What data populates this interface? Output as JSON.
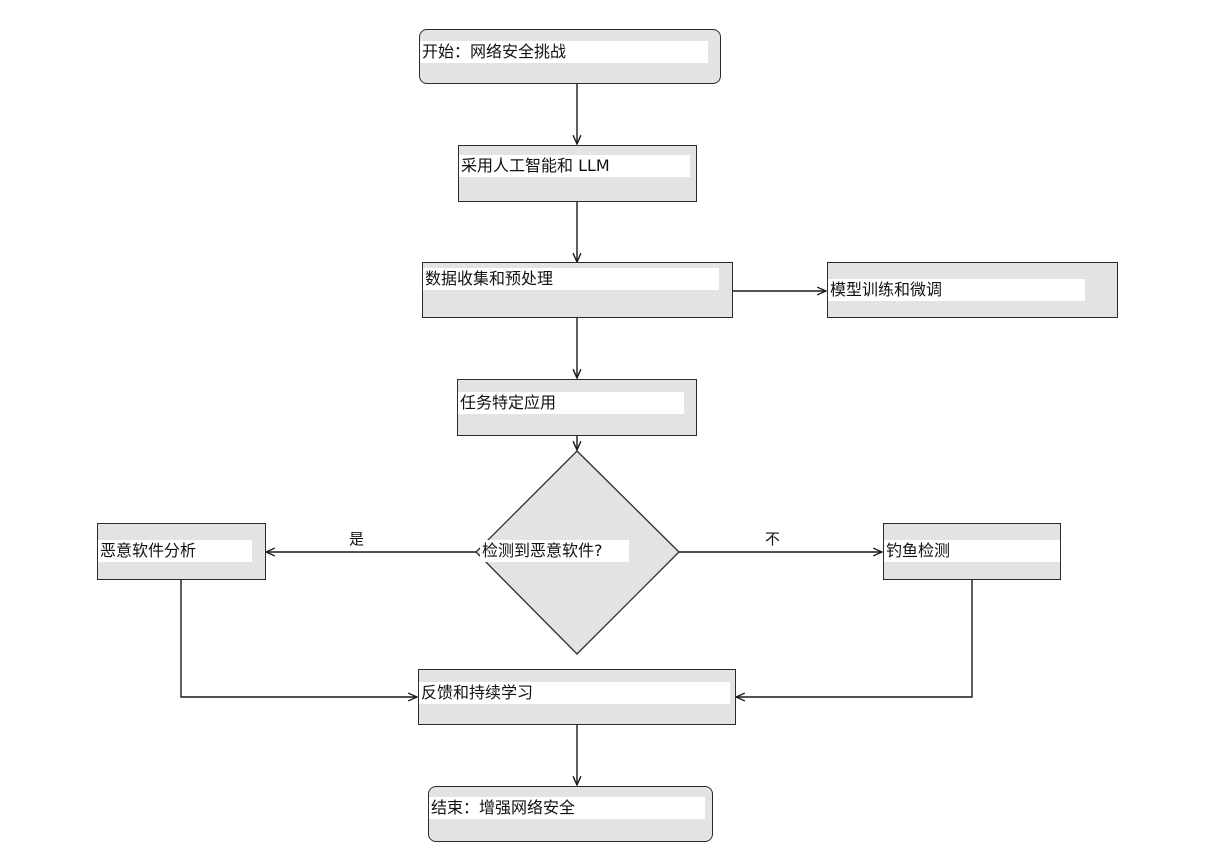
{
  "nodes": {
    "start": "开始：网络安全挑战",
    "ai_llm": "采用人工智能和 LLM",
    "data_prep": "数据收集和预处理",
    "training": "模型训练和微调",
    "task_apps": "任务特定应用",
    "decision": "检测到恶意软件?",
    "malware": "恶意软件分析",
    "phishing": "钓鱼检测",
    "feedback": "反馈和持续学习",
    "end": "结束：增强网络安全"
  },
  "edges": {
    "yes": "是",
    "no": "不"
  },
  "colors": {
    "node_fill": "#e3e3e3",
    "stroke": "#2b2b2b"
  }
}
